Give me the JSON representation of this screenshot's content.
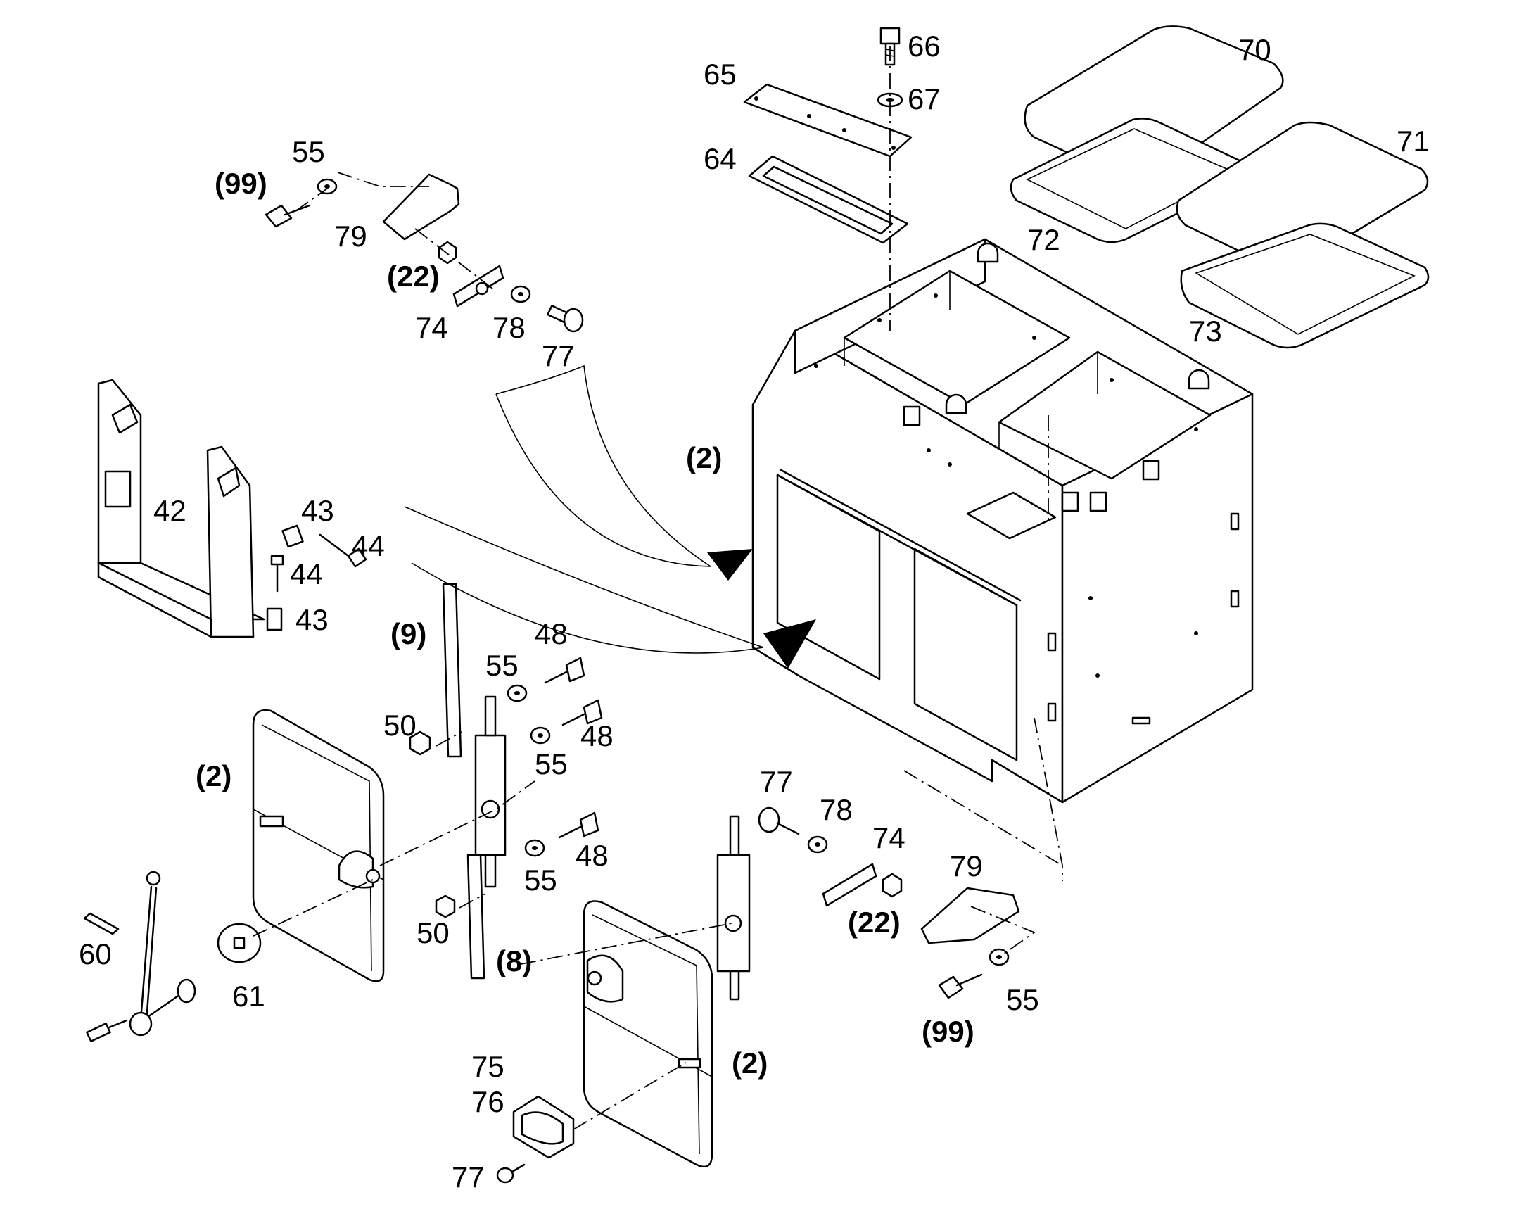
{
  "callouts": [
    {
      "id": "c66",
      "text": "66"
    },
    {
      "id": "c67",
      "text": "67"
    },
    {
      "id": "c65",
      "text": "65"
    },
    {
      "id": "c64",
      "text": "64"
    },
    {
      "id": "c70",
      "text": "70"
    },
    {
      "id": "c71",
      "text": "71"
    },
    {
      "id": "c72",
      "text": "72"
    },
    {
      "id": "c73",
      "text": "73"
    },
    {
      "id": "c55a",
      "text": "55"
    },
    {
      "id": "c99a",
      "text": "(99)"
    },
    {
      "id": "c79a",
      "text": "79"
    },
    {
      "id": "c22a",
      "text": "(22)"
    },
    {
      "id": "c74a",
      "text": "74"
    },
    {
      "id": "c78a",
      "text": "78"
    },
    {
      "id": "c77a",
      "text": "77"
    },
    {
      "id": "c2a",
      "text": "(2)"
    },
    {
      "id": "c42",
      "text": "42"
    },
    {
      "id": "c43a",
      "text": "43"
    },
    {
      "id": "c44a",
      "text": "44"
    },
    {
      "id": "c44b",
      "text": "44"
    },
    {
      "id": "c43b",
      "text": "43"
    },
    {
      "id": "c9",
      "text": "(9)"
    },
    {
      "id": "c48a",
      "text": "48"
    },
    {
      "id": "c55b",
      "text": "55"
    },
    {
      "id": "c50a",
      "text": "50"
    },
    {
      "id": "c48b",
      "text": "48"
    },
    {
      "id": "c55c",
      "text": "55"
    },
    {
      "id": "c2b",
      "text": "(2)"
    },
    {
      "id": "c48c",
      "text": "48"
    },
    {
      "id": "c55d",
      "text": "55"
    },
    {
      "id": "c50b",
      "text": "50"
    },
    {
      "id": "c8",
      "text": "(8)"
    },
    {
      "id": "c60",
      "text": "60"
    },
    {
      "id": "c61",
      "text": "61"
    },
    {
      "id": "c77b",
      "text": "77"
    },
    {
      "id": "c78b",
      "text": "78"
    },
    {
      "id": "c74b",
      "text": "74"
    },
    {
      "id": "c79b",
      "text": "79"
    },
    {
      "id": "c22b",
      "text": "(22)"
    },
    {
      "id": "c55e",
      "text": "55"
    },
    {
      "id": "c99b",
      "text": "(99)"
    },
    {
      "id": "c2c",
      "text": "(2)"
    },
    {
      "id": "c75",
      "text": "75"
    },
    {
      "id": "c76",
      "text": "76"
    },
    {
      "id": "c77c",
      "text": "77"
    }
  ]
}
